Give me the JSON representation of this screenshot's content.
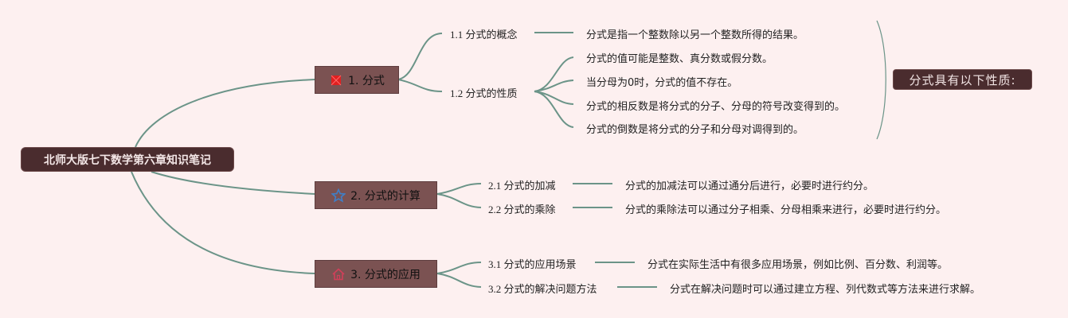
{
  "root": {
    "label": "北师大版七下数学第六章知识笔记"
  },
  "branches": [
    {
      "label": "1. 分式",
      "icon": "red-flag-icon",
      "icon_color": "#e02020"
    },
    {
      "label": "2. 分式的计算",
      "icon": "star-outline-icon",
      "icon_color": "#3f7fc8"
    },
    {
      "label": "3. 分式的应用",
      "icon": "house-icon",
      "icon_color": "#d0405a"
    }
  ],
  "topics": {
    "t1_1": {
      "label": "1.1 分式的概念",
      "detail": "分式是指一个整数除以另一个整数所得的结果。"
    },
    "t1_2": {
      "label": "1.2 分式的性质",
      "details": [
        "分式的值可能是整数、真分数或假分数。",
        "当分母为0时，分式的值不存在。",
        "分式的相反数是将分式的分子、分母的符号改变得到的。",
        "分式的倒数是将分式的分子和分母对调得到的。"
      ]
    },
    "t2_1": {
      "label": "2.1 分式的加减",
      "detail": "分式的加减法可以通过通分后进行，必要时进行约分。"
    },
    "t2_2": {
      "label": "2.2 分式的乘除",
      "detail": "分式的乘除法可以通过分子相乘、分母相乘来进行，必要时进行约分。"
    },
    "t3_1": {
      "label": "3.1 分式的应用场景",
      "detail": "分式在实际生活中有很多应用场景，例如比例、百分数、利润等。"
    },
    "t3_2": {
      "label": "3.2 分式的解决问题方法",
      "detail": "分式在解决问题时可以通过建立方程、列代数式等方法来进行求解。"
    }
  },
  "summary": {
    "label": "分式具有以下性质:"
  },
  "colors": {
    "background": "#fdf0f0",
    "connector": "#6b9488",
    "root_fill": "#4a2c2e",
    "branch_fill": "#7b5252"
  }
}
